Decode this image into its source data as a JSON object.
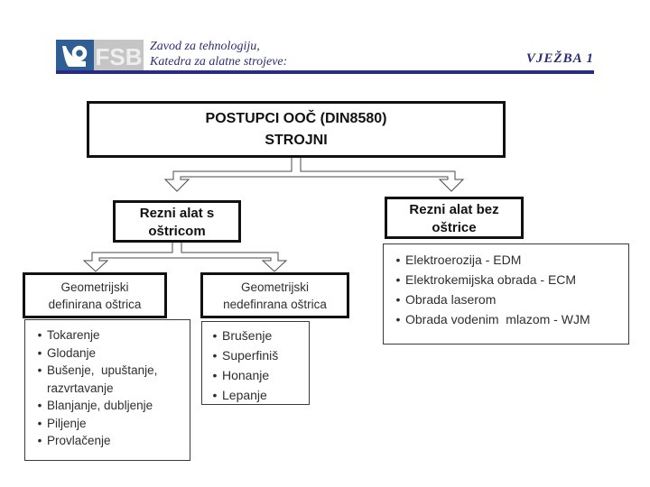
{
  "header": {
    "logo_text": "FSB",
    "institute_line1": "Zavod za tehnologiju,",
    "institute_line2": "Katedra za alatne strojeve:",
    "exercise_label": "VJEŽBA 1"
  },
  "title_box": {
    "line1": "POSTUPCI OOČ (DIN8580)",
    "line2": "STROJNI"
  },
  "branches": {
    "tool_with_edge": {
      "line1": "Rezni alat s",
      "line2": "oštricom"
    },
    "tool_without_edge": {
      "line1": "Rezni alat bez",
      "line2": "oštrice"
    },
    "geometry_defined": {
      "line1": "Geometrijski",
      "line2": "definirana oštrica"
    },
    "geometry_undefined": {
      "line1": "Geometrijski",
      "line2": "nedefinrana oštrica"
    }
  },
  "lists": {
    "defined_edge_processes": [
      "Tokarenje",
      "Glodanje",
      "Bušenje,  upuštanje, razvrtavanje",
      "Blanjanje, dubljenje",
      "Piljenje",
      "Provlačenje"
    ],
    "undefined_edge_processes": [
      "Brušenje",
      "Superfiniš",
      "Honanje",
      "Lepanje"
    ],
    "edgeless_processes": [
      "Elektroerozija - EDM",
      "Elektrokemijska obrada - ECM",
      "Obrada laserom",
      "Obrada vodenim  mlazom - WJM"
    ]
  },
  "icons": {
    "bullet": "•",
    "logo_mark": "fsb-logo-mark"
  },
  "colors": {
    "header_navy": "#2b2b78",
    "rule_navy": "#2a2a85",
    "logo_blue": "#2e5e94",
    "box_border_black": "#111111",
    "text_black": "#2e2e2e"
  }
}
